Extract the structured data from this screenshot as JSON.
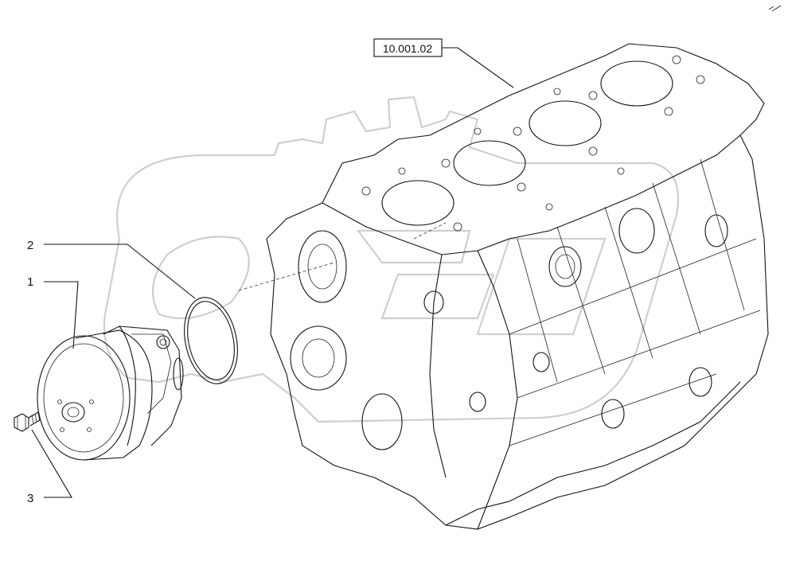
{
  "callouts": {
    "item1": "1",
    "item2": "2",
    "item3": "3"
  },
  "reference": {
    "label": "10.001.02"
  },
  "colors": {
    "line": "#111111",
    "watermark": "#cfcfcf",
    "background": "#ffffff"
  }
}
